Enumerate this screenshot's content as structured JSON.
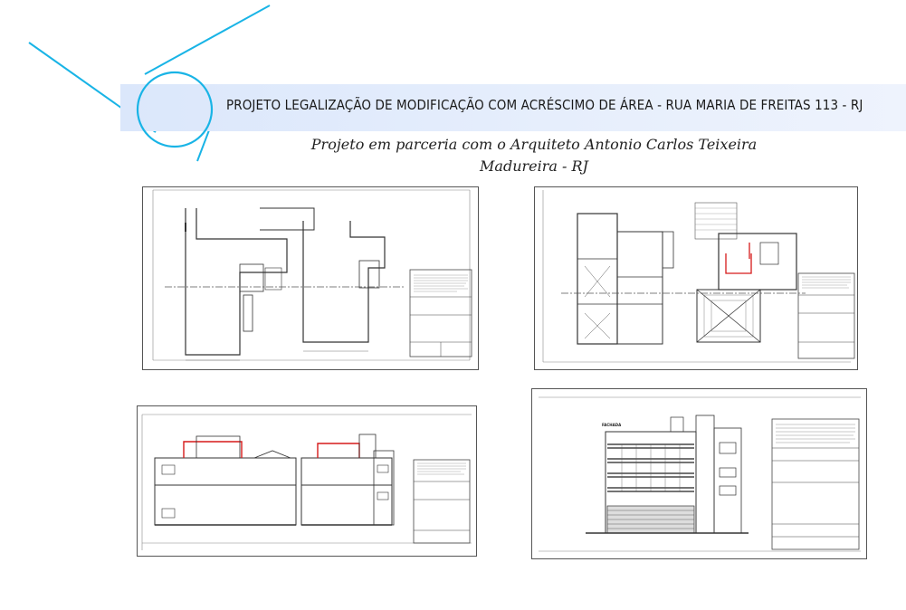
{
  "header": {
    "title": "PROJETO LEGALIZAÇÃO DE  MODIFICAÇÃO COM ACRÉSCIMO DE ÁREA - RUA MARIA DE FREITAS 113 - RJ",
    "subtitle": "Projeto em parceria com o Arquiteto Antonio Carlos Teixeira",
    "location": "Madureira - RJ"
  },
  "colors": {
    "logo_stroke": "#19b4e6",
    "band": "#dbe7fb",
    "drawing_line": "#333333",
    "highlight": "#d61a1a"
  },
  "drawings": [
    {
      "name": "floor-plan-sheet-1"
    },
    {
      "name": "floor-plan-sheet-2"
    },
    {
      "name": "section-sheet"
    },
    {
      "name": "facade-sheet",
      "label": "FACHADA"
    }
  ]
}
